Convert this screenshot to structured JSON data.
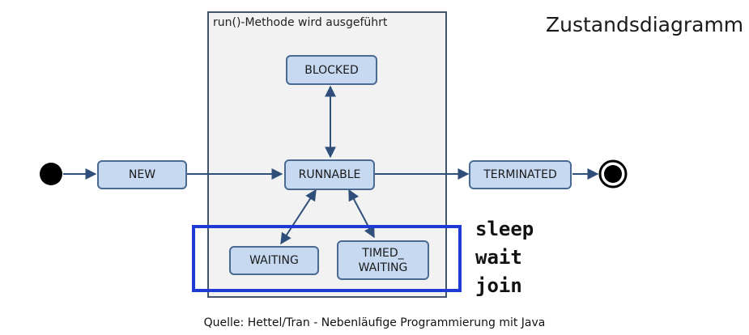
{
  "title": "Zustandsdiagramm",
  "caption": "Quelle: Hettel/Tran - Nebenläufige Programmierung mit Java",
  "container_label": "run()-Methode wird ausgeführt",
  "states": {
    "new": "NEW",
    "blocked": "BLOCKED",
    "runnable": "RUNNABLE",
    "terminated": "TERMINATED",
    "waiting": "WAITING",
    "timed_waiting": "TIMED_\nWAITING"
  },
  "methods": [
    "sleep",
    "wait",
    "join"
  ],
  "colors": {
    "state_fill": "#c6d9f1",
    "state_border": "#4a6a93",
    "highlight": "#1f3bd6",
    "arrow": "#2f4f7a"
  }
}
